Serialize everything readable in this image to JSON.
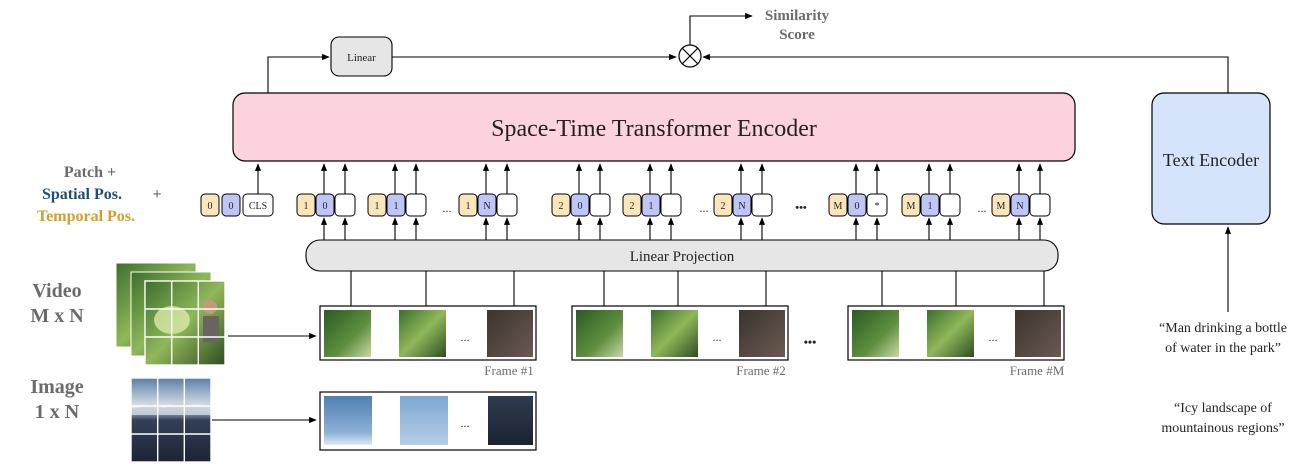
{
  "encoder_title": "Space-Time Transformer Encoder",
  "text_encoder": "Text Encoder",
  "linear": "Linear",
  "linear_projection": "Linear Projection",
  "similarity": [
    "Similarity",
    "Score"
  ],
  "legend": {
    "patch": "Patch +",
    "spatial": "Spatial Pos.",
    "plus": "+",
    "temporal": "Temporal Pos."
  },
  "video_label": [
    "Video",
    "M x N"
  ],
  "image_label": [
    "Image",
    "1 x N"
  ],
  "cls_token": {
    "a": "0",
    "b": "0",
    "c": "CLS"
  },
  "token_groups": [
    {
      "a": "1",
      "b": "0"
    },
    {
      "a": "1",
      "b": "1"
    },
    {
      "a": "1",
      "b": "N"
    },
    {
      "a": "2",
      "b": "0"
    },
    {
      "a": "2",
      "b": "1"
    },
    {
      "a": "2",
      "b": "N"
    },
    {
      "a": "M",
      "b": "0",
      "c": "*"
    },
    {
      "a": "M",
      "b": "1"
    },
    {
      "a": "M",
      "b": "N"
    }
  ],
  "ellipsis_small": "...",
  "ellipsis_big": "•••",
  "frames": [
    "Frame #1",
    "Frame #2",
    "Frame #M"
  ],
  "captions": [
    [
      "“Man drinking a bottle",
      "of water in the park”"
    ],
    [
      "“Icy landscape of",
      "mountainous regions”"
    ]
  ],
  "colors": {
    "encoder": "#fdd3dd",
    "text_encoder": "#d6e4fb",
    "gray": "#e6e6e6",
    "yellow": "#fbe6bb",
    "blue": "#bdc6f6",
    "spatial_text": "#1d4f73",
    "temporal_text": "#d29d2d",
    "label_gray": "#6b6b6b"
  }
}
